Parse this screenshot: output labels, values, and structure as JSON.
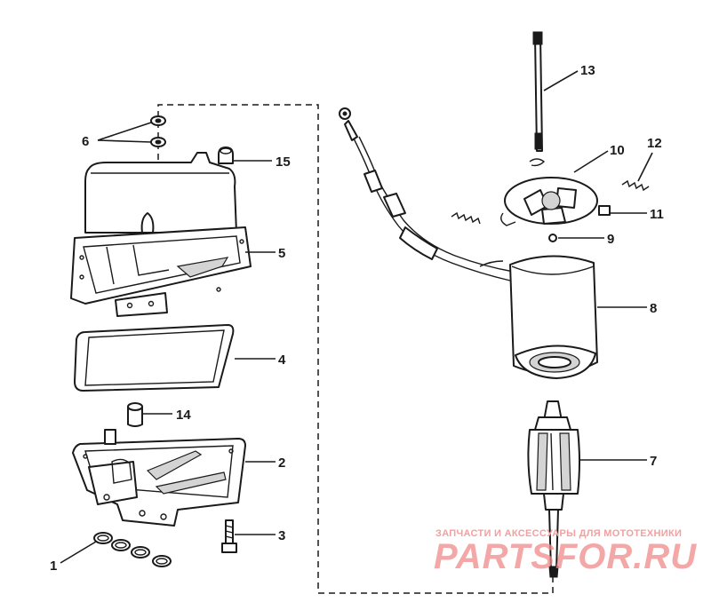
{
  "callouts": {
    "c1": "1",
    "c2": "2",
    "c3": "3",
    "c4": "4",
    "c5": "5",
    "c6": "6",
    "c7": "7",
    "c8": "8",
    "c9": "9",
    "c10": "10",
    "c11": "11",
    "c12": "12",
    "c13": "13",
    "c14": "14",
    "c15": "15"
  },
  "watermark": {
    "tagline": "ЗАПЧАСТИ И АКСЕССУАРЫ ДЛЯ МОТОТЕХНИКИ",
    "brand": "PARTSFOR.RU"
  },
  "colors": {
    "line": "#1a1a1a",
    "watermark": "#ef8a8a",
    "background": "#ffffff"
  }
}
